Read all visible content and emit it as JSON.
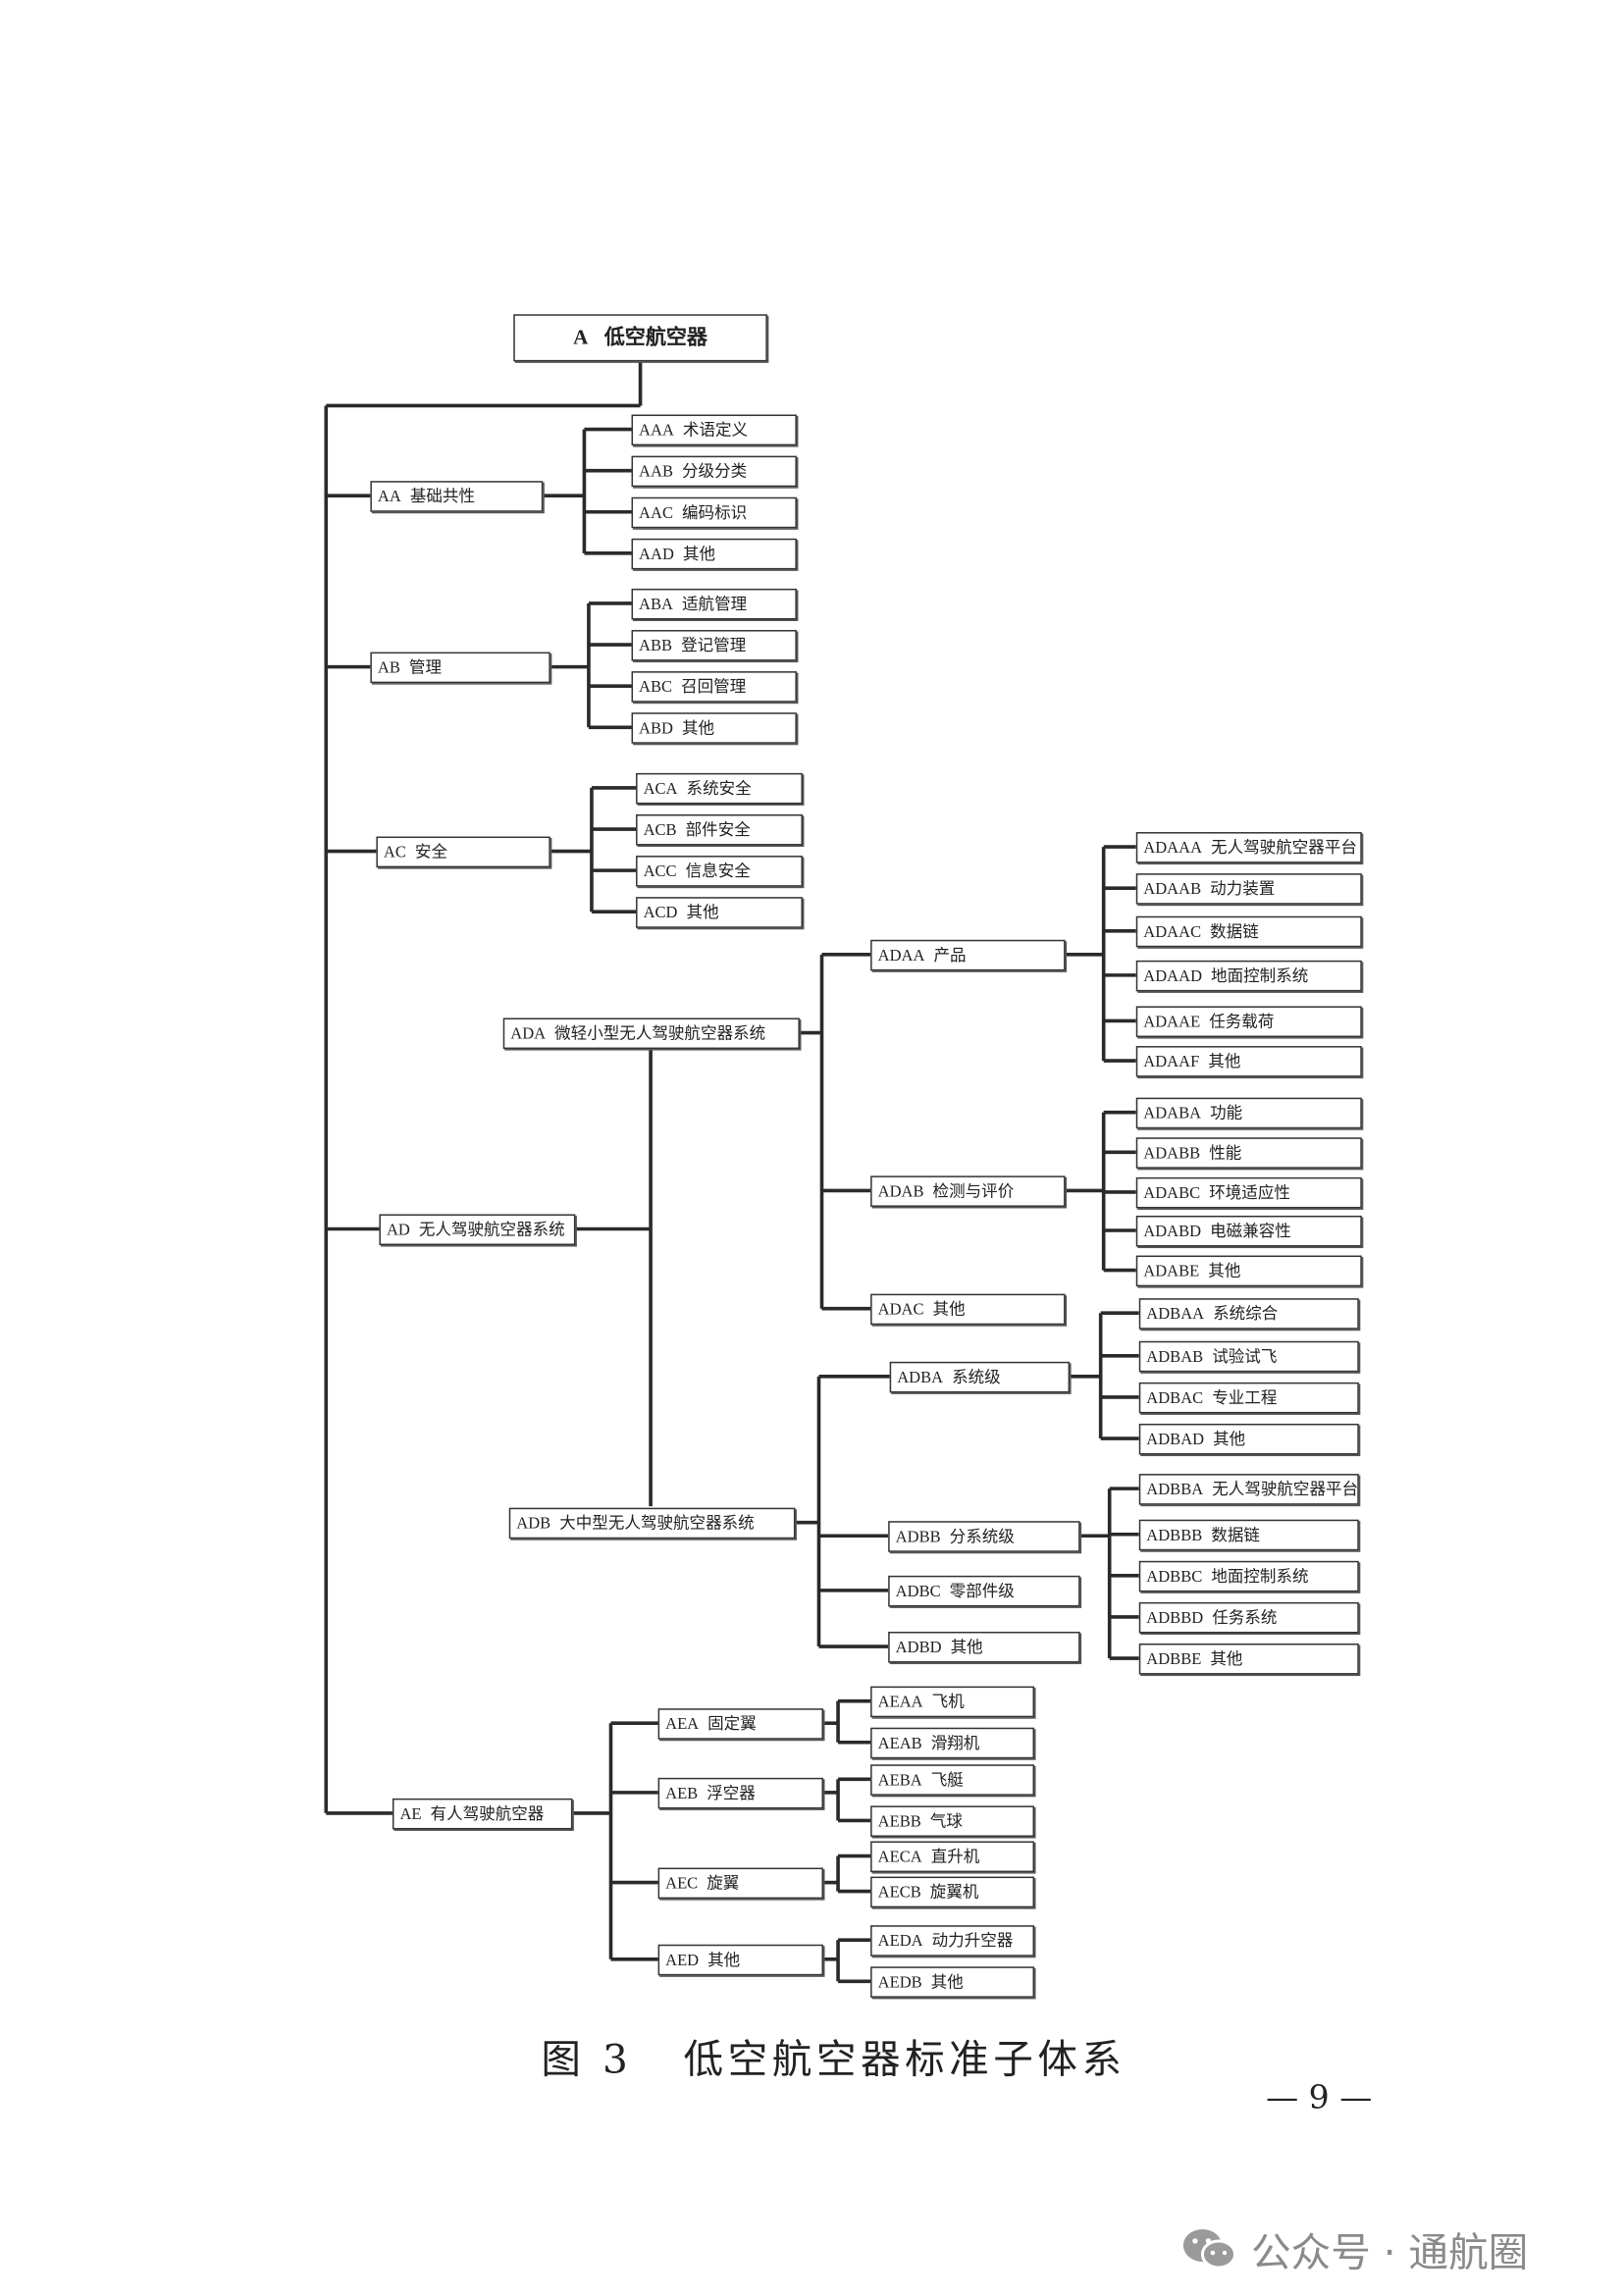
{
  "root": {
    "code": "A",
    "label": "低空航空器"
  },
  "nodes": [
    {
      "id": "AA",
      "code": "AA",
      "label": "基础共性",
      "parent": "A"
    },
    {
      "id": "AAA",
      "code": "AAA",
      "label": "术语定义",
      "parent": "AA"
    },
    {
      "id": "AAB",
      "code": "AAB",
      "label": "分级分类",
      "parent": "AA"
    },
    {
      "id": "AAC",
      "code": "AAC",
      "label": "编码标识",
      "parent": "AA"
    },
    {
      "id": "AAD",
      "code": "AAD",
      "label": "其他",
      "parent": "AA"
    },
    {
      "id": "AB",
      "code": "AB",
      "label": "管理",
      "parent": "A"
    },
    {
      "id": "ABA",
      "code": "ABA",
      "label": "适航管理",
      "parent": "AB"
    },
    {
      "id": "ABB",
      "code": "ABB",
      "label": "登记管理",
      "parent": "AB"
    },
    {
      "id": "ABC",
      "code": "ABC",
      "label": "召回管理",
      "parent": "AB"
    },
    {
      "id": "ABD",
      "code": "ABD",
      "label": "其他",
      "parent": "AB"
    },
    {
      "id": "AC",
      "code": "AC",
      "label": "安全",
      "parent": "A"
    },
    {
      "id": "ACA",
      "code": "ACA",
      "label": "系统安全",
      "parent": "AC"
    },
    {
      "id": "ACB",
      "code": "ACB",
      "label": "部件安全",
      "parent": "AC"
    },
    {
      "id": "ACC",
      "code": "ACC",
      "label": "信息安全",
      "parent": "AC"
    },
    {
      "id": "ACD",
      "code": "ACD",
      "label": "其他",
      "parent": "AC"
    },
    {
      "id": "AD",
      "code": "AD",
      "label": "无人驾驶航空器系统",
      "parent": "A"
    },
    {
      "id": "ADA",
      "code": "ADA",
      "label": "微轻小型无人驾驶航空器系统",
      "parent": "AD"
    },
    {
      "id": "ADAA",
      "code": "ADAA",
      "label": "产品",
      "parent": "ADA"
    },
    {
      "id": "ADAAA",
      "code": "ADAAA",
      "label": "无人驾驶航空器平台",
      "parent": "ADAA"
    },
    {
      "id": "ADAAB",
      "code": "ADAAB",
      "label": "动力装置",
      "parent": "ADAA"
    },
    {
      "id": "ADAAC",
      "code": "ADAAC",
      "label": "数据链",
      "parent": "ADAA"
    },
    {
      "id": "ADAAD",
      "code": "ADAAD",
      "label": "地面控制系统",
      "parent": "ADAA"
    },
    {
      "id": "ADAAE",
      "code": "ADAAE",
      "label": "任务载荷",
      "parent": "ADAA"
    },
    {
      "id": "ADAAF",
      "code": "ADAAF",
      "label": "其他",
      "parent": "ADAA"
    },
    {
      "id": "ADAB",
      "code": "ADAB",
      "label": "检测与评价",
      "parent": "ADA"
    },
    {
      "id": "ADABA",
      "code": "ADABA",
      "label": "功能",
      "parent": "ADAB"
    },
    {
      "id": "ADABB",
      "code": "ADABB",
      "label": "性能",
      "parent": "ADAB"
    },
    {
      "id": "ADABC",
      "code": "ADABC",
      "label": "环境适应性",
      "parent": "ADAB"
    },
    {
      "id": "ADABD",
      "code": "ADABD",
      "label": "电磁兼容性",
      "parent": "ADAB"
    },
    {
      "id": "ADABE",
      "code": "ADABE",
      "label": "其他",
      "parent": "ADAB"
    },
    {
      "id": "ADAC",
      "code": "ADAC",
      "label": "其他",
      "parent": "ADA"
    },
    {
      "id": "ADB",
      "code": "ADB",
      "label": "大中型无人驾驶航空器系统",
      "parent": "AD"
    },
    {
      "id": "ADBA",
      "code": "ADBA",
      "label": "系统级",
      "parent": "ADB"
    },
    {
      "id": "ADBAA",
      "code": "ADBAA",
      "label": "系统综合",
      "parent": "ADBA"
    },
    {
      "id": "ADBAB",
      "code": "ADBAB",
      "label": "试验试飞",
      "parent": "ADBA"
    },
    {
      "id": "ADBAC",
      "code": "ADBAC",
      "label": "专业工程",
      "parent": "ADBA"
    },
    {
      "id": "ADBAD",
      "code": "ADBAD",
      "label": "其他",
      "parent": "ADBA"
    },
    {
      "id": "ADBB",
      "code": "ADBB",
      "label": "分系统级",
      "parent": "ADB"
    },
    {
      "id": "ADBBA",
      "code": "ADBBA",
      "label": "无人驾驶航空器平台",
      "parent": "ADBB"
    },
    {
      "id": "ADBBB",
      "code": "ADBBB",
      "label": "数据链",
      "parent": "ADBB"
    },
    {
      "id": "ADBBC",
      "code": "ADBBC",
      "label": "地面控制系统",
      "parent": "ADBB"
    },
    {
      "id": "ADBBD",
      "code": "ADBBD",
      "label": "任务系统",
      "parent": "ADBB"
    },
    {
      "id": "ADBBE",
      "code": "ADBBE",
      "label": "其他",
      "parent": "ADBB"
    },
    {
      "id": "ADBC",
      "code": "ADBC",
      "label": "零部件级",
      "parent": "ADB"
    },
    {
      "id": "ADBD",
      "code": "ADBD",
      "label": "其他",
      "parent": "ADB"
    },
    {
      "id": "AE",
      "code": "AE",
      "label": "有人驾驶航空器",
      "parent": "A"
    },
    {
      "id": "AEA",
      "code": "AEA",
      "label": "固定翼",
      "parent": "AE"
    },
    {
      "id": "AEAA",
      "code": "AEAA",
      "label": "飞机",
      "parent": "AEA"
    },
    {
      "id": "AEAB",
      "code": "AEAB",
      "label": "滑翔机",
      "parent": "AEA"
    },
    {
      "id": "AEB",
      "code": "AEB",
      "label": "浮空器",
      "parent": "AE"
    },
    {
      "id": "AEBA",
      "code": "AEBA",
      "label": "飞艇",
      "parent": "AEB"
    },
    {
      "id": "AEBB",
      "code": "AEBB",
      "label": "气球",
      "parent": "AEB"
    },
    {
      "id": "AEC",
      "code": "AEC",
      "label": "旋翼",
      "parent": "AE"
    },
    {
      "id": "AECA",
      "code": "AECA",
      "label": "直升机",
      "parent": "AEC"
    },
    {
      "id": "AECB",
      "code": "AECB",
      "label": "旋翼机",
      "parent": "AEC"
    },
    {
      "id": "AED",
      "code": "AED",
      "label": "其他",
      "parent": "AE"
    },
    {
      "id": "AEDA",
      "code": "AEDA",
      "label": "动力升空器",
      "parent": "AED"
    },
    {
      "id": "AEDB",
      "code": "AEDB",
      "label": "其他",
      "parent": "AED"
    }
  ],
  "caption": "图 3   低空航空器标准子体系",
  "page_number": "— 9 —",
  "watermark": "公众号 · 通航圈"
}
